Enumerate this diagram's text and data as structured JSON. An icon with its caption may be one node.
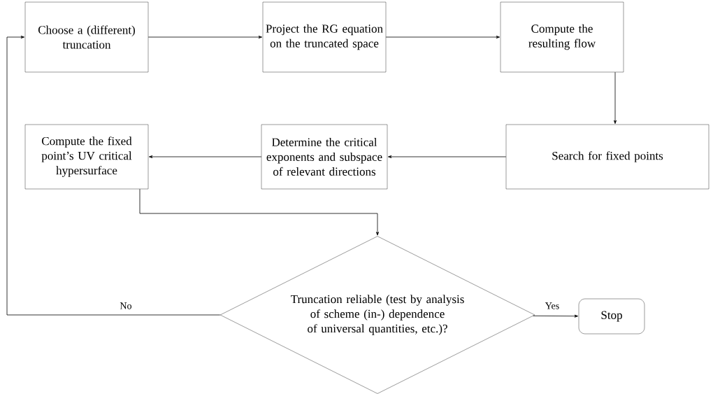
{
  "diagram": {
    "nodes": [
      {
        "text": [
          "Choose a (different) truncation"
        ]
      },
      {
        "text": [
          "Project the RG equation on the truncated space"
        ]
      },
      {
        "text": [
          "Compute the resulting flow"
        ]
      },
      {
        "text": [
          "Search for fixed points"
        ]
      },
      {
        "text": [
          "Determine the critical exponents and subspace of relevant directions"
        ]
      },
      {
        "text": [
          "Compute the fixed point’s UV critical hypersurface"
        ]
      },
      {
        "text": [
          "Truncation reliable (test by analysis of scheme (in-) dependence of universal quantities, etc.)?"
        ]
      },
      {
        "text": [
          "Stop"
        ]
      }
    ],
    "edges": [
      {
        "from": 0,
        "to": 1,
        "arrow": "to"
      },
      {
        "from": 1,
        "to": 2,
        "arrow": "to"
      },
      {
        "from": 2,
        "to": 3,
        "arrow": "to"
      },
      {
        "from": 3,
        "to": 4,
        "arrow": "to"
      },
      {
        "from": 4,
        "to": 5,
        "arrow": "to"
      },
      {
        "from": 5,
        "to": 6,
        "arrow": "to"
      },
      {
        "from": 6,
        "to": 0,
        "label": "No",
        "arrow": "to"
      },
      {
        "from": 6,
        "to": 7,
        "label": "Yes",
        "arrow": "to"
      }
    ]
  }
}
